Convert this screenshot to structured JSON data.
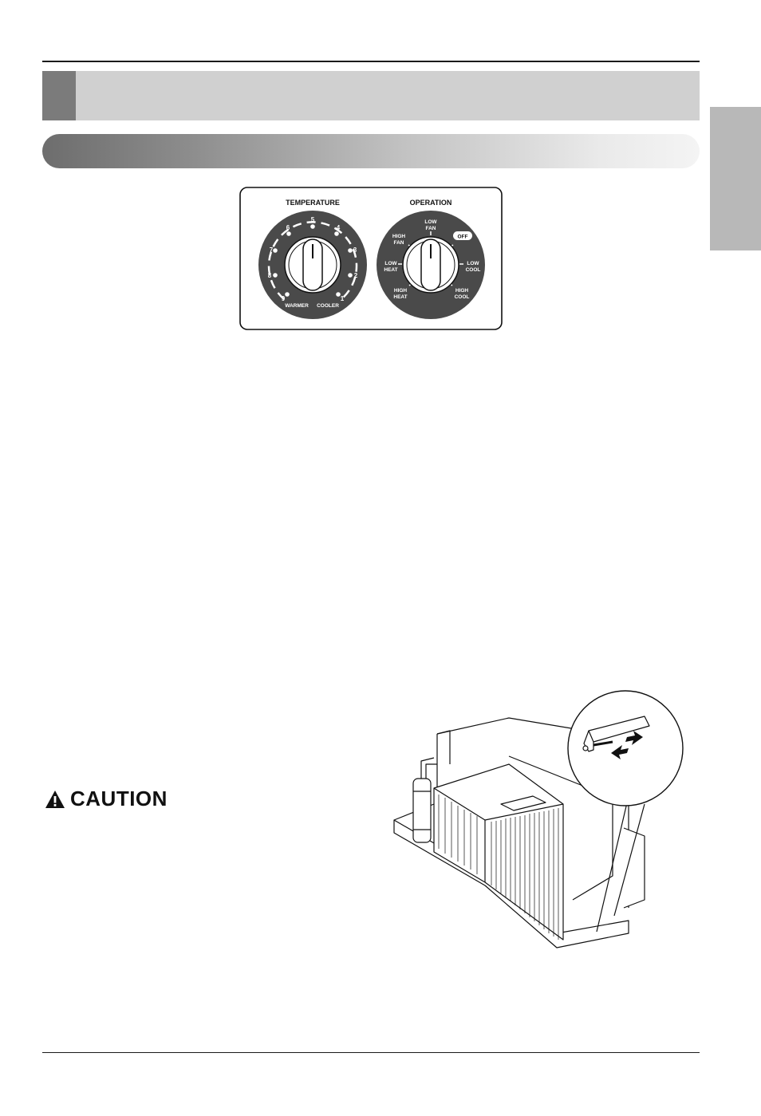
{
  "control_panel": {
    "temperature": {
      "title": "TEMPERATURE",
      "numbers": [
        "5",
        "4",
        "3",
        "2",
        "1",
        "6",
        "7",
        "8",
        "9"
      ],
      "warmer": "WARMER",
      "cooler": "COOLER"
    },
    "operation": {
      "title": "OPERATION",
      "low_fan": [
        "LOW",
        "FAN"
      ],
      "high_fan": [
        "HIGH",
        "FAN"
      ],
      "low_heat": [
        "LOW",
        "HEAT"
      ],
      "high_heat": [
        "HIGH",
        "HEAT"
      ],
      "low_cool": [
        "LOW",
        "COOL"
      ],
      "high_cool": [
        "HIGH",
        "COOL"
      ],
      "off": "OFF"
    }
  },
  "caution": {
    "label": "CAUTION",
    "icon": "warning-triangle-icon"
  },
  "colors": {
    "dial_ring": "#4a4a4a",
    "header_band": "#d0d0d0",
    "header_square": "#7b7b7b",
    "side_tab": "#b8b8b8"
  }
}
